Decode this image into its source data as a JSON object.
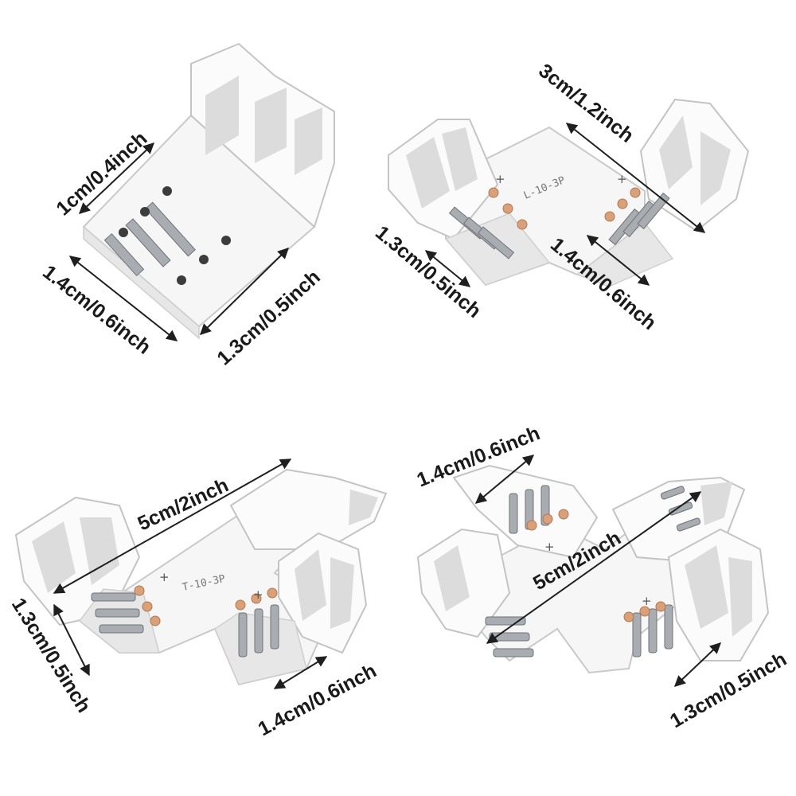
{
  "products": [
    {
      "id": "straight-connector",
      "dimensions": [
        "1cm/0.4inch",
        "1.4cm/0.6inch",
        "1.3cm/0.5inch"
      ]
    },
    {
      "id": "l-connector",
      "pcb_label": "L-10-3P",
      "polarity": [
        "+",
        "+"
      ],
      "dimensions": [
        "3cm/1.2inch",
        "1.3cm/0.5inch",
        "1.4cm/0.6inch"
      ]
    },
    {
      "id": "t-connector",
      "pcb_label": "T-10-3P",
      "polarity": [
        "+",
        "+"
      ],
      "dimensions": [
        "5cm/2inch",
        "1.3cm/0.5inch",
        "1.4cm/0.6inch"
      ]
    },
    {
      "id": "x-connector",
      "polarity": [
        "+",
        "+"
      ],
      "dimensions": [
        "1.4cm/0.6inch",
        "5cm/2inch",
        "1.3cm/0.5inch"
      ]
    }
  ],
  "colors": {
    "connector_body": "#f6f6f6",
    "connector_edge": "#c9c9c9",
    "pin_metal": "#a9acb0",
    "copper_pad": "#d9a07a",
    "text": "#1a1a1a"
  }
}
